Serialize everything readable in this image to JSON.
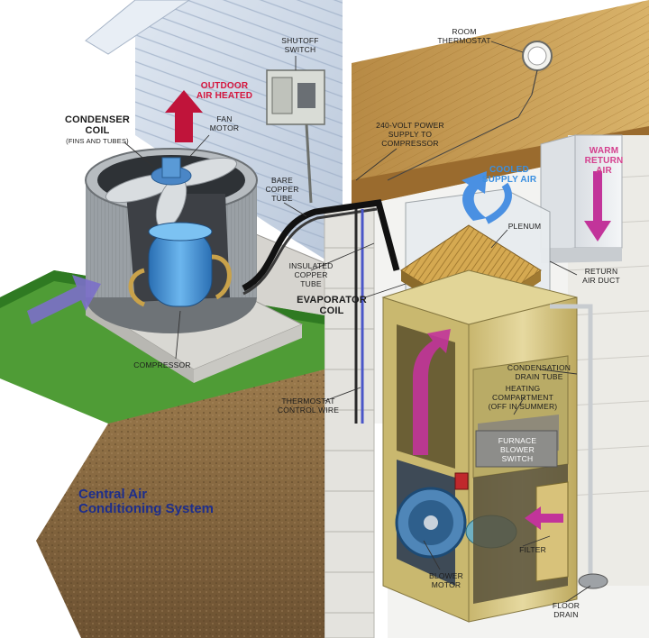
{
  "title": {
    "line1": "Central Air",
    "line2": "Conditioning System"
  },
  "labels": {
    "outdoor_air_heated": "OUTDOOR\nAIR HEATED",
    "condenser_coil": "CONDENSER\nCOIL",
    "condenser_coil_sub": "(FINS AND TUBES)",
    "fan_motor": "FAN\nMOTOR",
    "shutoff_switch": "SHUTOFF\nSWITCH",
    "power_supply": "240-VOLT POWER\nSUPPLY TO\nCOMPRESSOR",
    "room_thermostat": "ROOM\nTHERMOSTAT",
    "cooled_supply_air": "COOLED\nSUPPLY AIR",
    "warm_return_air": "WARM\nRETURN\nAIR",
    "bare_copper_tube": "BARE\nCOPPER\nTUBE",
    "plenum": "PLENUM",
    "insulated_copper_tube": "INSULATED\nCOPPER\nTUBE",
    "return_air_duct": "RETURN\nAIR DUCT",
    "evaporator_coil": "EVAPORATOR\nCOIL",
    "compressor": "COMPRESSOR",
    "condensation_drain_tube": "CONDENSATION\nDRAIN TUBE",
    "heating_compartment": "HEATING\nCOMPARTMENT\n(OFF IN SUMMER)",
    "thermostat_control_wire": "THERMOSTAT\nCONTROL WIRE",
    "furnace_blower_switch": "FURNACE\nBLOWER\nSWITCH",
    "filter": "FILTER",
    "blower_motor": "BLOWER\nMOTOR",
    "floor_drain": "FLOOR\nDRAIN"
  },
  "colors": {
    "red_arrow": "#c0143a",
    "blue_arrow": "#4a90e2",
    "pink_arrow": "#c2349a",
    "title_blue": "#1d2e8c",
    "siding": "#c9d5e4",
    "grass": "#3f8f2f",
    "soil": "#8a6a43",
    "cabinet": "#d8c98a",
    "compressor_blue": "#3b8fd0"
  }
}
